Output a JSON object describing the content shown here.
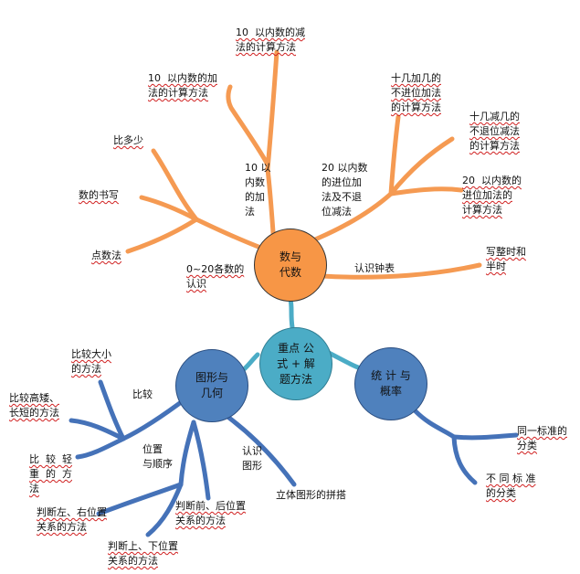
{
  "colors": {
    "orange_branch": "#F59A52",
    "blue_branch": "#4572B8",
    "teal_branch": "#4BACC6",
    "center_fill": "#4BACC6",
    "numbers_fill": "#F79646",
    "geometry_fill": "#4F81BD",
    "statistics_fill": "#4F81BD",
    "misspell_underline": "#d02020"
  },
  "nodes": {
    "center": "重点 公\n式 + 解\n题方法",
    "numbers": "数与\n代数",
    "geometry": "图形与\n几何",
    "statistics": "统 计 与\n概率"
  },
  "labels": {
    "sub10_subtract": "10  以内数的减\n法的计算方法",
    "sub10_add": "10  以内数的加\n法的计算方法",
    "compare_more": "比多少",
    "write_numbers": "数的书写",
    "count_method": "点数法",
    "add_sub_10": "10 以\n内数\n的加\n法",
    "teens_add_sub": "20 以内数\n的进位加\n法及不退\n位减法",
    "teens_add": "十几加几的\n不进位加法\n的计算方法",
    "teens_sub": "十几减几的\n不退位减法\n的计算方法",
    "carry_add_20": "20  以内数的\n进位加法的\n计算方法",
    "know_20": "0~20各数的\n认识",
    "clock": "认识钟表",
    "write_time": "写整时和\n半时",
    "compare_size": "比较大小\n的方法",
    "compare_height": "比较高矮、\n长短的方法",
    "compare": "比较",
    "compare_weight": "比  较  轻\n重  的  方\n法",
    "position_order": "位置\n与顺序",
    "know_shapes": "认识\n图形",
    "solid_puzzle": "立体图形的拼搭",
    "left_right": "判断左、右位置\n关系的方法",
    "front_back": "判断前、后位置\n关系的方法",
    "up_down": "判断上、下位置\n关系的方法",
    "same_standard": "同一标准的\n分类",
    "diff_standard": "不 同 标 准\n的分类"
  }
}
